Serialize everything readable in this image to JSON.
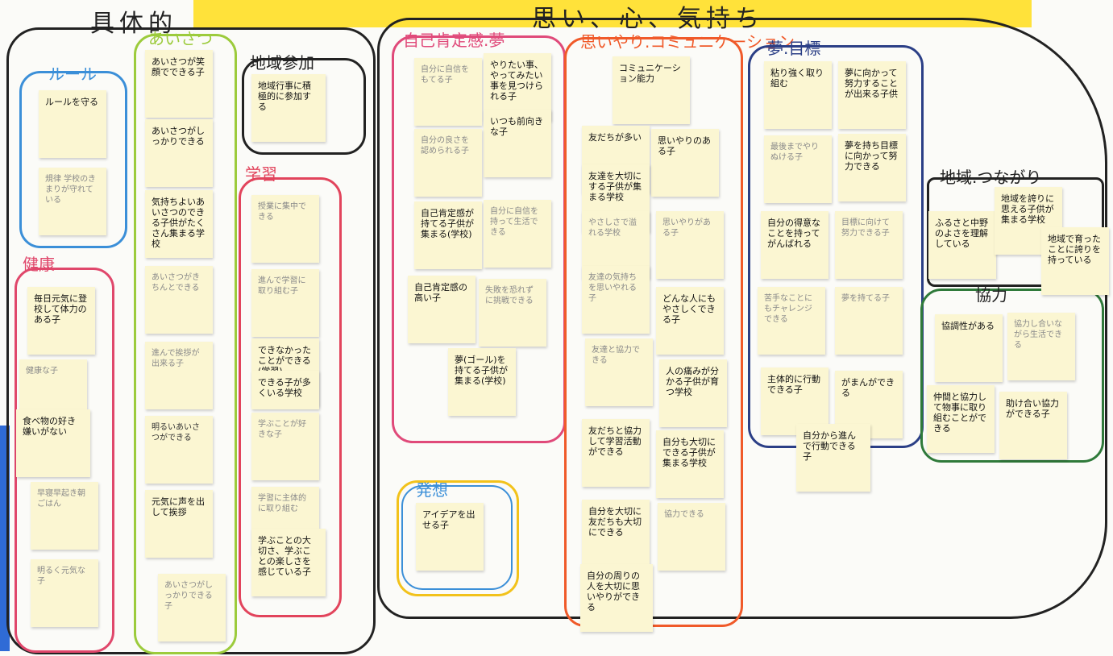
{
  "headings": {
    "concrete": "具体的",
    "heart": "思い、心、気持ち"
  },
  "groups": {
    "rules": "ルール",
    "greeting": "あいさつ",
    "community": "地域参加",
    "health": "健康",
    "learning": "学習",
    "selfesteem": "自己肯定感.夢",
    "compassion": "思いやり.コミュニケーション",
    "dream": "夢.目標",
    "idea": "発想",
    "region": "地域.つながり",
    "coop": "協力"
  },
  "notes": {
    "rules": [
      "ルールを守る",
      "規律 学校のきまりが守れている"
    ],
    "greeting": [
      "あいさつが笑顔でできる子",
      "あいさつがしっかりできる",
      "気持ちよいあいさつのできる子供がたくさん集まる学校",
      "あいさつがきちんとできる",
      "進んで挨拶が出来る子",
      "明るいあいさつができる",
      "元気に声を出して挨拶",
      "あいさつがしっかりできる子"
    ],
    "community": [
      "地域行事に積極的に参加する"
    ],
    "health": [
      "毎日元気に登校して体力のある子",
      "健康な子",
      "食べ物の好き嫌いがない",
      "早寝早起き朝ごはん",
      "明るく元気な子"
    ],
    "learning": [
      "授業に集中できる",
      "進んで学習に取り組む子",
      "できなかったことができる(学習)",
      "できる子が多くいる学校",
      "学ぶことが好きな子",
      "学習に主体的に取り組む",
      "学ぶことの大切さ、学ぶことの楽しさを感じている子"
    ],
    "selfesteem": [
      "自分に自信をもてる子",
      "やりたい事、やってみたい事を見つけられる子",
      "いつも前向きな子",
      "自分の良さを認められる子",
      "自己肯定感が持てる子供が集まる(学校)",
      "自分に自信を持って生活できる",
      "自己肯定感の高い子",
      "失敗を恐れずに挑戦できる",
      "夢(ゴール)を持てる子供が集まる(学校)"
    ],
    "compassion": [
      "コミュニケーション能力",
      "友だちが多い",
      "思いやりのある子",
      "友達を大切にする子供が集まる学校",
      "やさしさで溢れる学校",
      "思いやりがある子",
      "友達の気持ちを思いやれる子",
      "どんな人にもやさしくできる子",
      "友達と協力できる",
      "人の痛みが分かる子供が育つ学校",
      "友だちと協力して学習活動ができる",
      "自分も大切にできる子供が集まる学校",
      "自分を大切に友だちも大切にできる",
      "協力できる",
      "自分の周りの人を大切に思いやりができる"
    ],
    "dream": [
      "粘り強く取り組む",
      "夢に向かって努力することが出来る子供",
      "最後までやりぬける子",
      "夢を持ち目標に向かって努力できる",
      "自分の得意なことを持ってがんばれる",
      "目標に向けて努力できる子",
      "苦手なことにもチャレンジできる",
      "夢を持てる子",
      "主体的に行動できる子",
      "がまんができる",
      "自分から進んで行動できる子"
    ],
    "idea": [
      "アイデアを出せる子"
    ],
    "region": [
      "ふるさと中野のよさを理解している",
      "地域を誇りに思える子供が集まる学校",
      "地域で育ったことに誇りを持っている"
    ],
    "coop": [
      "協調性がある",
      "協力し合いながら生活できる",
      "仲間と協力して物事に取り組むことができる",
      "助け合い協力ができる子"
    ]
  },
  "colors": {
    "banner": "#ffe23a",
    "rules": "#3b8fd8",
    "greeting": "#9ccb3c",
    "community": "#222222",
    "health": "#e0476b",
    "learning": "#e2445c",
    "selfesteem": "#e04a7a",
    "compassion": "#f05a2a",
    "dream": "#2b3f86",
    "idea_outer": "#f2c21b",
    "idea_inner": "#3b8fd8",
    "region": "#222222",
    "coop": "#2f7a3a"
  }
}
